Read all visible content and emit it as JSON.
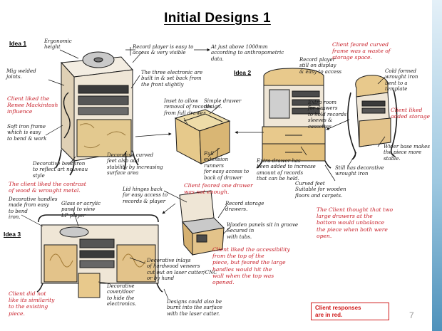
{
  "slide": {
    "title": "Initial Designs 1",
    "page_number": "7",
    "legend": "Client responses\nare in red."
  },
  "idea_labels": {
    "idea1": "Idea 1",
    "idea2": "Idea 2",
    "idea3": "Idea 3"
  },
  "annotations": {
    "ergonomic_height": "Ergonomic\nheight",
    "record_player": "Record player is easy to\naccess & very visible",
    "height_above": "At just above 1000mm\naccording to anthropometric\ndata.",
    "record_player_display": "Record player\nstill on display\n& easy to access",
    "mig_welded": "Mig welded\njoints.",
    "three_electronics": "The three electronic are\nbuilt in & set back from\nthe front slightly",
    "inset_removal": "Inset to allow\nremoval of records\nfrom full drawer",
    "simple_drawer": "Simple drawer\ndesign.",
    "soft_iron": "Soft iron frame\nwhich is easy\nto bend & work",
    "decorative_curves_reflect": "Decorative bent iron\nto reflect art nouveau\nstyle",
    "decorative_curved_feet": "Decorative curved\nfeet also add\nstability by increasing\nsurface area",
    "full_extension": "Full\nextension\nrunners\nfor easy access to\nback of drawer",
    "extra_drawer": "Extra drawer has\nbeen added to increase\namount of records\nthat can be held.",
    "extra_room": "Extra room\nfor drawers\nto hold records\nsleeves &\ncassettes",
    "cold_formed": "Cold formed\nwrought iron\nbent to a\ntemplate",
    "wider_base": "Wider base makes\nthe piece more\nstable.",
    "still_decorative": "Still has decorative\nwrought iron",
    "curved_feet": "Curved feet\nSuitable for wooden\nfloors and carpets.",
    "lid_hinges": "Lid hinges back\nfor easy access to\nrecords & player",
    "decorative_handles": "Decorative handles\nmade from easy\nto bend\niron.",
    "glass_acrylic": "Glass or acrylic\npanel to view\nLP player",
    "record_storage": "Record storage\ndrawers.",
    "wooden_panels": "Wooden panels sit in groove\nSecured in\nwith tabs.",
    "decorative_inlays": "Decorative inlays\nof hardwood veneers\ncut out on laser cutter/CNC\nor by hand",
    "decorative_cover": "Decorative\ncover/door\nto hide the\nelectronics.",
    "designs_burnt": "Designs could also be\nburnt into the surface\nwith the laser cutter."
  },
  "client_responses": {
    "mackintosh": "Client liked the\nRenee Mackintosh\ninfluence",
    "curved_frame": "Client feared curved\nframe was a waste of\nstorage space.",
    "added_storage": "Client liked\nadded storage",
    "contrast": "The client liked the contrast\nof wood & wrought metal.",
    "one_drawer": "Client feared one drawer\nwas not enough.",
    "large_drawers": "The Client thought that two\nlarge drawers at the\nbottom would unbalance\nthe piece when both were\nopen.",
    "accessibility": "Client liked the accessibility\nfrom the top of the\npiece, but feared the large\nhandles would hit the\nwall when the top was\nopened.",
    "not_similar": "Client did not\nlike its similarity\nto the existing\npiece."
  }
}
